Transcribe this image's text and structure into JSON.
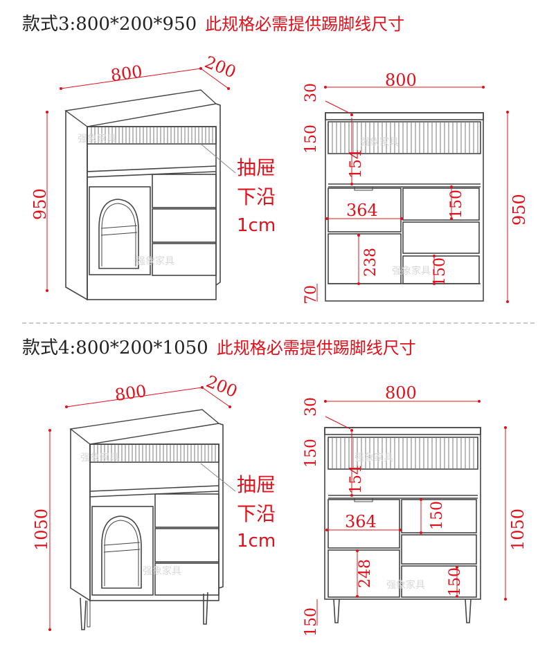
{
  "watermark": "强象家具",
  "note": "此规格必需提供踢脚线尺寸",
  "annotation": {
    "line1": "抽屉",
    "line2": "下沿",
    "line3": "1cm"
  },
  "styles": [
    {
      "id": "style3",
      "title": "款式3:800*200*950",
      "width": "800",
      "depth": "200",
      "height": "950",
      "top_board": "30",
      "fluted_panel": "150",
      "open_shelf": "154",
      "drawer_width": "364",
      "drawer_height_1": "150",
      "door_compartment": "238",
      "drawer_height_2": "150",
      "base": "70",
      "has_legs": false
    },
    {
      "id": "style4",
      "title": "款式4:800*200*1050",
      "width": "800",
      "depth": "200",
      "height": "1050",
      "top_board": "30",
      "fluted_panel": "150",
      "open_shelf": "154",
      "drawer_width": "364",
      "drawer_height_1": "150",
      "door_compartment": "248",
      "drawer_height_2": "150",
      "base": "150",
      "has_legs": true
    }
  ],
  "colors": {
    "dimension": "#e0101a",
    "line": "#444444",
    "divider": "#c8c8c8"
  }
}
